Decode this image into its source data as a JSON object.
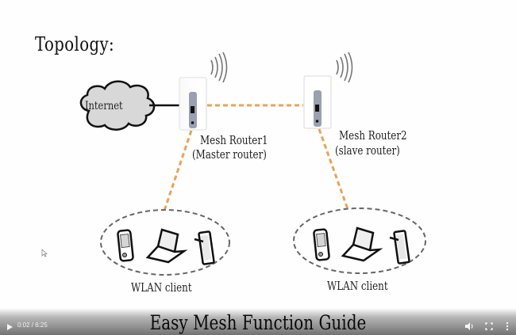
{
  "slide": {
    "heading": "Topology:",
    "internet_label": "Internet",
    "router1": {
      "name": "Mesh Router1",
      "role": "(Master router)"
    },
    "router2": {
      "name": "Mesh Router2",
      "role": "(slave router)"
    },
    "client_group_left": {
      "label": "WLAN client",
      "devices": [
        "phone-icon",
        "laptop-icon",
        "tablet-icon"
      ]
    },
    "client_group_right": {
      "label": "WLAN client",
      "devices": [
        "phone-icon",
        "laptop-icon",
        "tablet-icon"
      ]
    },
    "colors": {
      "wired_link": "#111111",
      "mesh_link": "#e8a35a",
      "client_group_border": "#666666"
    }
  },
  "player": {
    "caption": "Easy Mesh Function Guide",
    "time_current": "0:02",
    "time_total": "6:25",
    "time_display": "0:02 / 6:25",
    "icons": [
      "play-icon",
      "volume-icon",
      "fullscreen-icon",
      "more-options-icon"
    ]
  }
}
